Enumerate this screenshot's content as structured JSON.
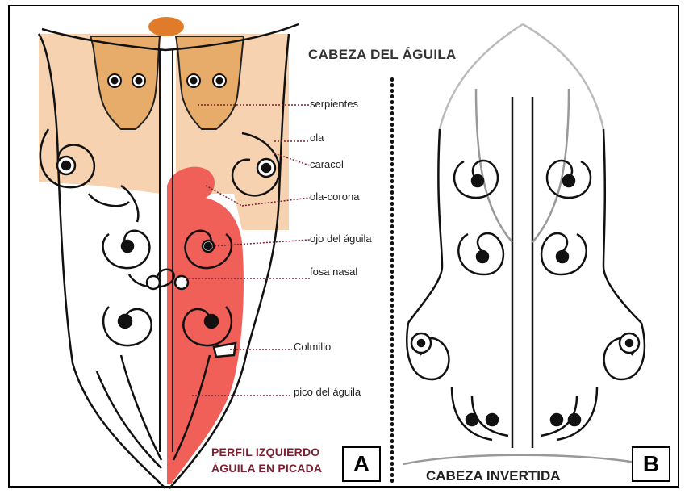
{
  "panel_a": {
    "title": "CABEZA DEL ÁGUILA",
    "letter": "A",
    "caption_line1": "PERFIL IZQUIERDO",
    "caption_line2": "ÁGUILA EN PICADA",
    "labels": [
      "serpientes",
      "ola",
      "caracol",
      "ola-corona",
      "ojo del águila",
      "fosa nasal",
      "Colmillo",
      "pico del águila"
    ]
  },
  "panel_b": {
    "title": "CABEZA INVERTIDA",
    "letter": "B"
  },
  "colors": {
    "peach": "#f6d2b0",
    "serpent_orange": "#e8ac6a",
    "beak_red": "#f06058",
    "leader_line": "#7a2030",
    "orange_dot": "#e07b2a"
  }
}
